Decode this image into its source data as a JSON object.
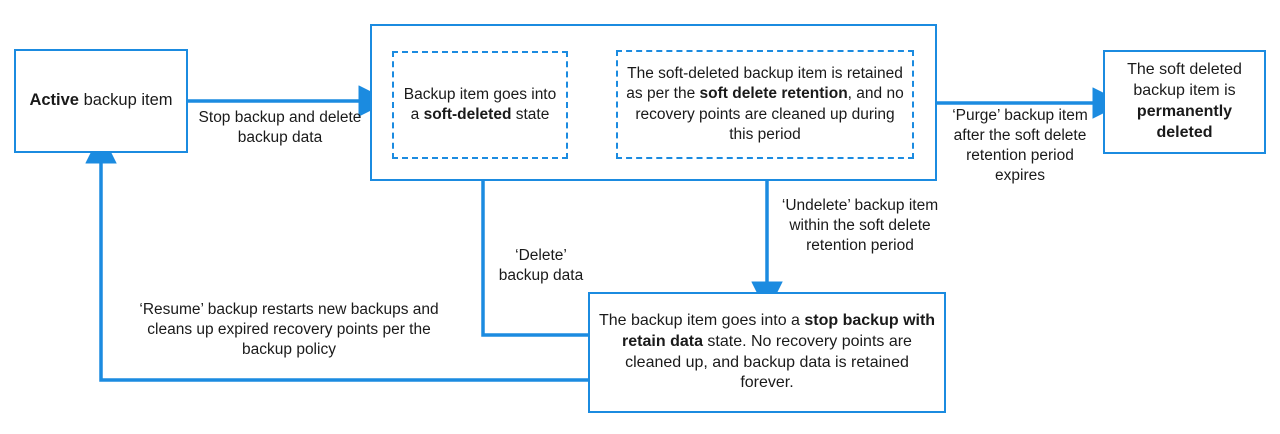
{
  "diagram": {
    "title": "Azure Backup item soft delete lifecycle",
    "accent_color": "#1b8be0",
    "text_color": "#1a1a1a",
    "background": "#ffffff"
  },
  "nodes": {
    "active": {
      "name": "active-backup-item",
      "style": "solid-box",
      "text_bold_prefix": "Active",
      "text_rest": " backup item",
      "full_text": "Active backup item"
    },
    "soft_deleted": {
      "name": "soft-deleted-state",
      "style": "dashed-box",
      "part1": "Backup item goes into a ",
      "bold": "soft-deleted",
      "part2": " state",
      "full_text": "Backup item goes into a soft-deleted state"
    },
    "retention": {
      "name": "soft-delete-retention",
      "style": "dashed-box",
      "part1": "The soft-deleted backup item is retained as per the ",
      "bold": "soft delete retention",
      "part2": ", and no recovery points are cleaned up during this period",
      "full_text": "The soft-deleted backup item is retained as per the soft delete retention, and no recovery points are cleaned up during this period"
    },
    "permanent": {
      "name": "permanently-deleted",
      "style": "solid-box",
      "part1": "The soft deleted backup item is ",
      "bold": "permanently deleted",
      "part2": "",
      "full_text": "The soft deleted backup item is permanently deleted"
    },
    "retain_data": {
      "name": "stop-backup-with-retain-data",
      "style": "solid-box",
      "part1": "The backup item goes into a ",
      "bold": "stop backup with retain data",
      "part2": " state. No recovery points are cleaned up, and backup data is retained forever.",
      "full_text": "The backup item goes into a stop backup with retain data state. No recovery points are cleaned up, and backup data is retained forever."
    },
    "container": {
      "name": "soft-delete-container",
      "style": "container-box"
    }
  },
  "edges": {
    "stop_backup": {
      "name": "stop-backup-and-delete-backup-data",
      "label": "Stop backup and delete  backup data"
    },
    "purge": {
      "name": "purge-backup-item",
      "label": "‘Purge’ backup item after the soft delete retention period expires"
    },
    "undelete": {
      "name": "undelete-backup-item",
      "label": "‘Undelete’ backup item within the soft delete retention period"
    },
    "delete": {
      "name": "delete-backup-data",
      "label": "‘Delete’ backup data"
    },
    "resume": {
      "name": "resume-backup",
      "label": "‘Resume’ backup restarts new backups and cleans up expired recovery points per the backup policy"
    }
  }
}
